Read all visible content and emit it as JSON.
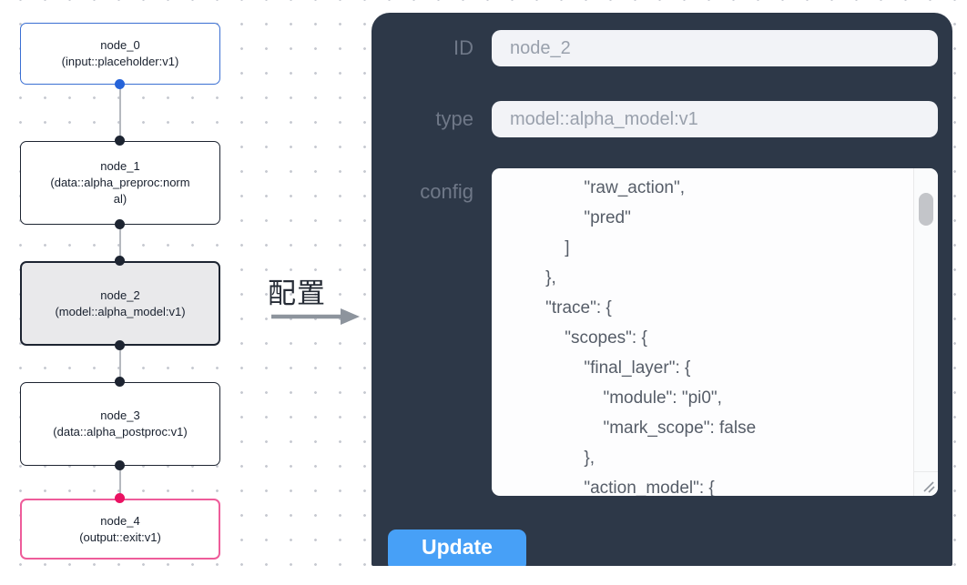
{
  "colors": {
    "accent": "#47a0f7",
    "panel_bg": "#2d3848",
    "input_node_border": "#3a6fd3",
    "output_node_border": "#ee5c9a",
    "input_port": "#2563d9",
    "output_port": "#ea1262",
    "port_dark": "#1d2431",
    "selected_fill": "#e9e9eb",
    "edge": "#b5b9bf",
    "field_bg": "#f2f3f7"
  },
  "flowchart": {
    "nodes": [
      {
        "id": "node_0",
        "title": "node_0",
        "subtitle": "(input::placeholder:v1)",
        "state": "input"
      },
      {
        "id": "node_1",
        "title": "node_1",
        "subtitle": "(data::alpha_preproc:normal)",
        "state": "default"
      },
      {
        "id": "node_2",
        "title": "node_2",
        "subtitle": "(model::alpha_model:v1)",
        "state": "selected"
      },
      {
        "id": "node_3",
        "title": "node_3",
        "subtitle": "(data::alpha_postproc:v1)",
        "state": "default"
      },
      {
        "id": "node_4",
        "title": "node_4",
        "subtitle": "(output::exit:v1)",
        "state": "output"
      }
    ]
  },
  "transfer": {
    "label": "配置"
  },
  "panel": {
    "id_label": "ID",
    "id_value": "node_2",
    "type_label": "type",
    "type_value": "model::alpha_model:v1",
    "config_label": "config",
    "config_text": "            \"raw_action\",\n            \"pred\"\n        ]\n    },\n    \"trace\": {\n        \"scopes\": {\n            \"final_layer\": {\n                \"module\": \"pi0\",\n                \"mark_scope\": false\n            },\n            \"action_model\": {",
    "update_label": "Update"
  }
}
